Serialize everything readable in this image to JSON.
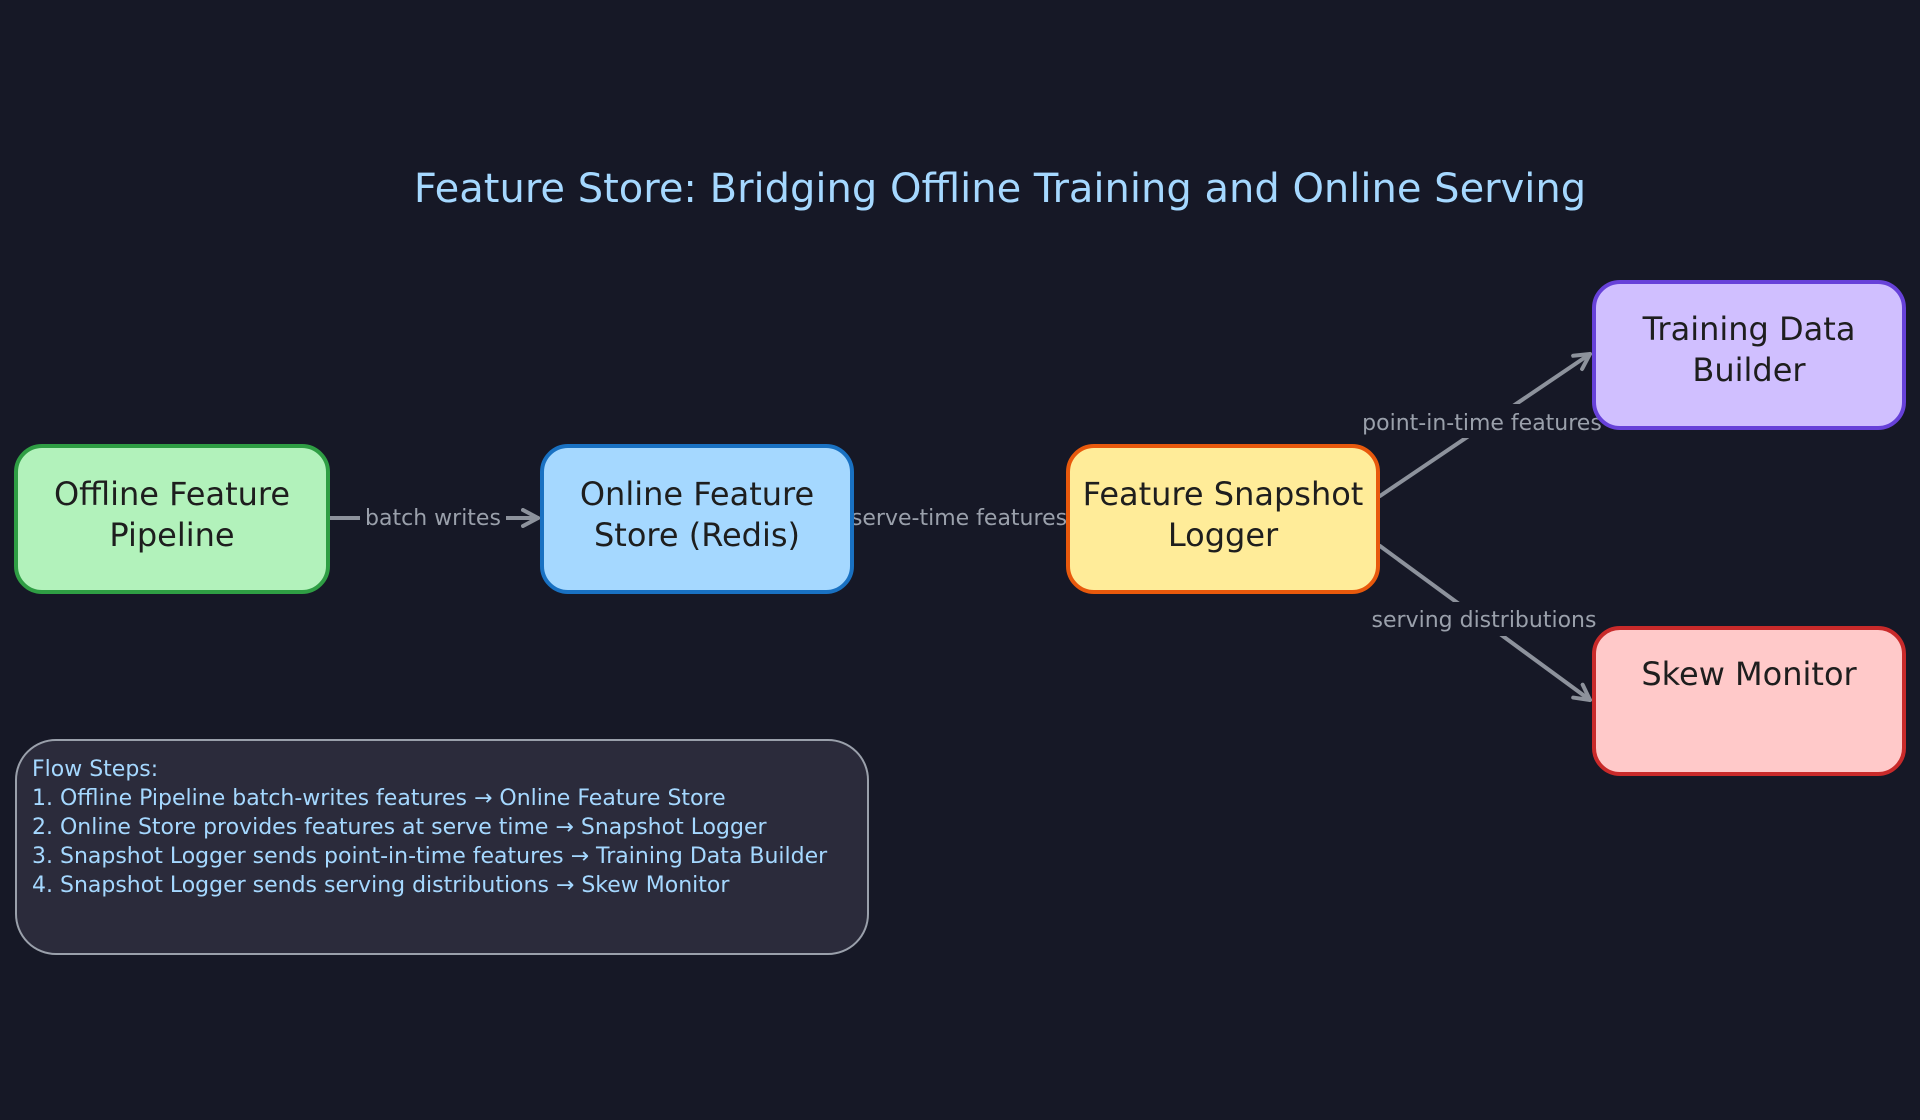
{
  "title": "Feature Store: Bridging Offline Training and Online Serving",
  "colors": {
    "background": "#161826",
    "title": "#a5d8ff",
    "edge": "#8d929c",
    "edge_label": "#9aa0ab",
    "steps_text": "#a5d8ff",
    "steps_fill": "#2b2b3b",
    "steps_stroke": "#9aa0ab"
  },
  "nodes": {
    "offline": {
      "lines": [
        "Offline Feature",
        "Pipeline"
      ],
      "fill": "#b2f2bb",
      "stroke": "#2f9e44"
    },
    "online": {
      "lines": [
        "Online Feature",
        "Store (Redis)"
      ],
      "fill": "#a5d8ff",
      "stroke": "#1971c2"
    },
    "logger": {
      "lines": [
        "Feature Snapshot",
        "Logger"
      ],
      "fill": "#ffec99",
      "stroke": "#e8590c"
    },
    "training": {
      "lines": [
        "Training Data",
        "Builder"
      ],
      "fill": "#d0bfff",
      "stroke": "#6741d9"
    },
    "skew": {
      "lines": [
        "Skew Monitor"
      ],
      "fill": "#ffc9c9",
      "stroke": "#c92a2a"
    }
  },
  "edges": {
    "batch_writes": "batch writes",
    "serve_time": "serve-time features",
    "point_in_time": "point-in-time features",
    "serving_distributions": "serving distributions"
  },
  "steps": [
    "Flow Steps:",
    "1. Offline Pipeline batch-writes features → Online Feature Store",
    "2. Online Store provides features at serve time → Snapshot Logger",
    "3. Snapshot Logger sends point-in-time features → Training Data Builder",
    "4. Snapshot Logger sends serving distributions → Skew Monitor"
  ]
}
